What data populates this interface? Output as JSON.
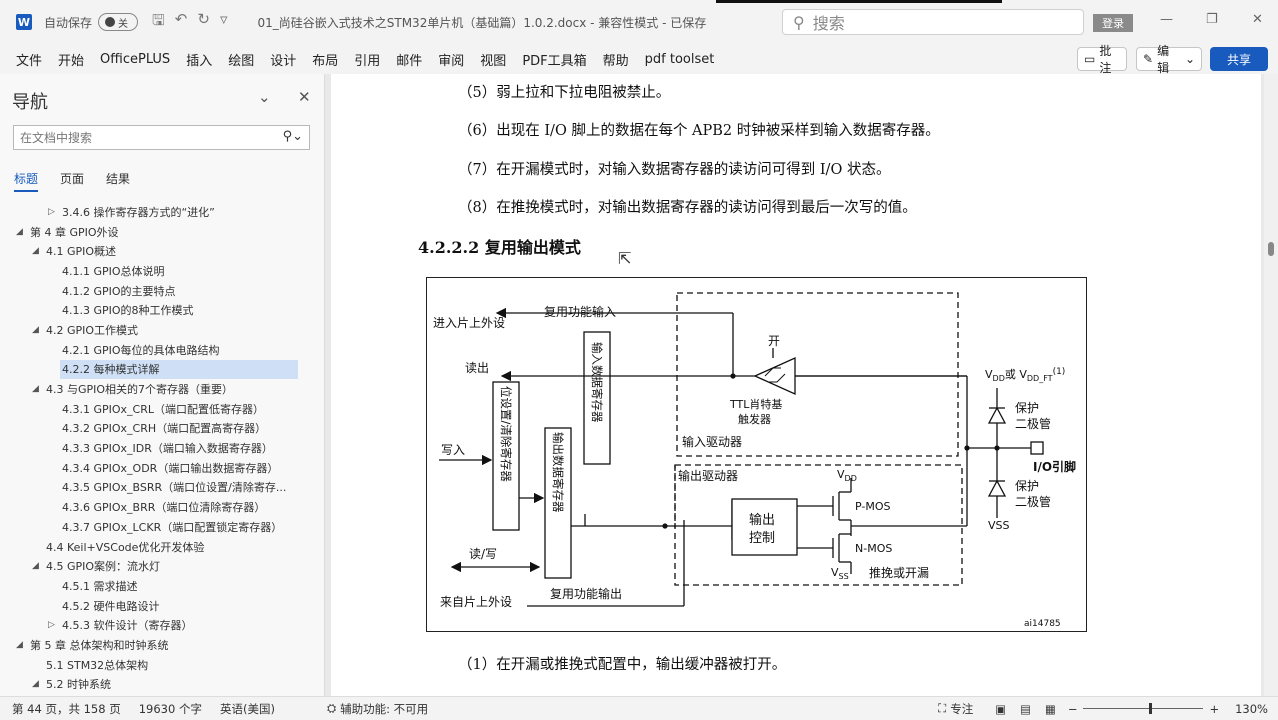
{
  "titlebar": {
    "app_icon": "W",
    "autosave_label": "自动保存",
    "autosave_state": "关",
    "doc_title": "01_尚硅谷嵌入式技术之STM32单片机（基础篇）1.0.2.docx  -  兼容性模式  -  已保存",
    "search_placeholder": "搜索",
    "login_label": "登录"
  },
  "ribbon": {
    "tabs": [
      "文件",
      "开始",
      "OfficePLUS",
      "插入",
      "绘图",
      "设计",
      "布局",
      "引用",
      "邮件",
      "审阅",
      "视图",
      "PDF工具箱",
      "帮助",
      "pdf toolset"
    ],
    "comment_label": "批注",
    "edit_label": "编辑",
    "share_label": "共享"
  },
  "nav": {
    "title": "导航",
    "search_placeholder": "在文档中搜索",
    "tabs": [
      "标题",
      "页面",
      "结果"
    ],
    "items": [
      {
        "label": "3.4.6 操作寄存器方式的“进化”",
        "level": 2,
        "toggle": "▷"
      },
      {
        "label": "第 4 章 GPIO外设",
        "level": 0,
        "toggle": "◢"
      },
      {
        "label": "4.1 GPIO概述",
        "level": 1,
        "toggle": "◢"
      },
      {
        "label": "4.1.1 GPIO总体说明",
        "level": 2,
        "toggle": ""
      },
      {
        "label": "4.1.2 GPIO的主要特点",
        "level": 2,
        "toggle": ""
      },
      {
        "label": "4.1.3 GPIO的8种工作模式",
        "level": 2,
        "toggle": ""
      },
      {
        "label": "4.2 GPIO工作模式",
        "level": 1,
        "toggle": "◢"
      },
      {
        "label": "4.2.1 GPIO每位的具体电路结构",
        "level": 2,
        "toggle": ""
      },
      {
        "label": "4.2.2 每种模式详解",
        "level": 2,
        "toggle": "▷",
        "selected": true
      },
      {
        "label": "4.3 与GPIO相关的7个寄存器（重要）",
        "level": 1,
        "toggle": "◢"
      },
      {
        "label": "4.3.1 GPIOx_CRL（端口配置低寄存器）",
        "level": 2,
        "toggle": ""
      },
      {
        "label": "4.3.2 GPIOx_CRH（端口配置高寄存器）",
        "level": 2,
        "toggle": ""
      },
      {
        "label": "4.3.3 GPIOx_IDR（端口输入数据寄存器）",
        "level": 2,
        "toggle": ""
      },
      {
        "label": "4.3.4 GPIOx_ODR（端口输出数据寄存器）",
        "level": 2,
        "toggle": ""
      },
      {
        "label": "4.3.5 GPIOx_BSRR（端口位设置/清除寄存...",
        "level": 2,
        "toggle": ""
      },
      {
        "label": "4.3.6 GPIOx_BRR（端口位清除寄存器）",
        "level": 2,
        "toggle": ""
      },
      {
        "label": "4.3.7 GPIOx_LCKR（端口配置锁定寄存器）",
        "level": 2,
        "toggle": ""
      },
      {
        "label": "4.4 Keil+VSCode优化开发体验",
        "level": 1,
        "toggle": ""
      },
      {
        "label": "4.5 GPIO案例：流水灯",
        "level": 1,
        "toggle": "◢"
      },
      {
        "label": "4.5.1 需求描述",
        "level": 2,
        "toggle": ""
      },
      {
        "label": "4.5.2 硬件电路设计",
        "level": 2,
        "toggle": ""
      },
      {
        "label": "4.5.3 软件设计（寄存器）",
        "level": 2,
        "toggle": "▷"
      },
      {
        "label": "第 5 章 总体架构和时钟系统",
        "level": 0,
        "toggle": "◢"
      },
      {
        "label": "5.1 STM32总体架构",
        "level": 1,
        "toggle": ""
      },
      {
        "label": "5.2 时钟系统",
        "level": 1,
        "toggle": "◢"
      }
    ]
  },
  "document": {
    "lines": [
      "（5）弱上拉和下拉电阻被禁止。",
      "（6）出现在 I/O 脚上的数据在每个 APB2 时钟被采样到输入数据寄存器。",
      "（7）在开漏模式时，对输入数据寄存器的读访问可得到 I/O 状态。",
      "（8）在推挽模式时，对输出数据寄存器的读访问得到最后一次写的值。"
    ],
    "heading": "4.2.2.2 复用输出模式",
    "after_figure": "（1）在开漏或推挽式配置中，输出缓冲器被打开。",
    "figure": {
      "in_peripheral": "进入片上外设",
      "alt_input": "复用功能输入",
      "read": "读出",
      "write": "写入",
      "read_write": "读/写",
      "from_peripheral": "来自片上外设",
      "alt_output": "复用功能输出",
      "set_clear_reg": "位设置/清除寄存器",
      "input_data_reg": "输入数据寄存器",
      "output_data_reg": "输出数据寄存器",
      "on": "开",
      "schmitt_1": "TTL肖特基",
      "schmitt_2": "触发器",
      "input_driver": "输入驱动器",
      "output_driver": "输出驱动器",
      "output_ctrl_1": "输出",
      "output_ctrl_2": "控制",
      "vdd": "V",
      "vdd_sub": "DD",
      "pmos": "P-MOS",
      "nmos": "N-MOS",
      "vss": "V",
      "vss_sub": "SS",
      "push_pull": "推挽或开漏",
      "vdd_ft": "V",
      "vdd_ft_sub1": "DD",
      "vdd_ft_mid": "或 V",
      "vdd_ft_sub2": "DD_FT",
      "vdd_ft_sup": "(1)",
      "protect_1": "保护",
      "protect_2": "二极管",
      "io_pin": "I/O引脚",
      "vss_pin": "VSS",
      "fig_id": "ai14785"
    }
  },
  "status": {
    "page": "第 44 页，共 158 页",
    "words": "19630 个字",
    "lang": "英语(美国)",
    "accessibility": "辅助功能: 不可用",
    "focus": "专注",
    "zoom": "130%"
  }
}
